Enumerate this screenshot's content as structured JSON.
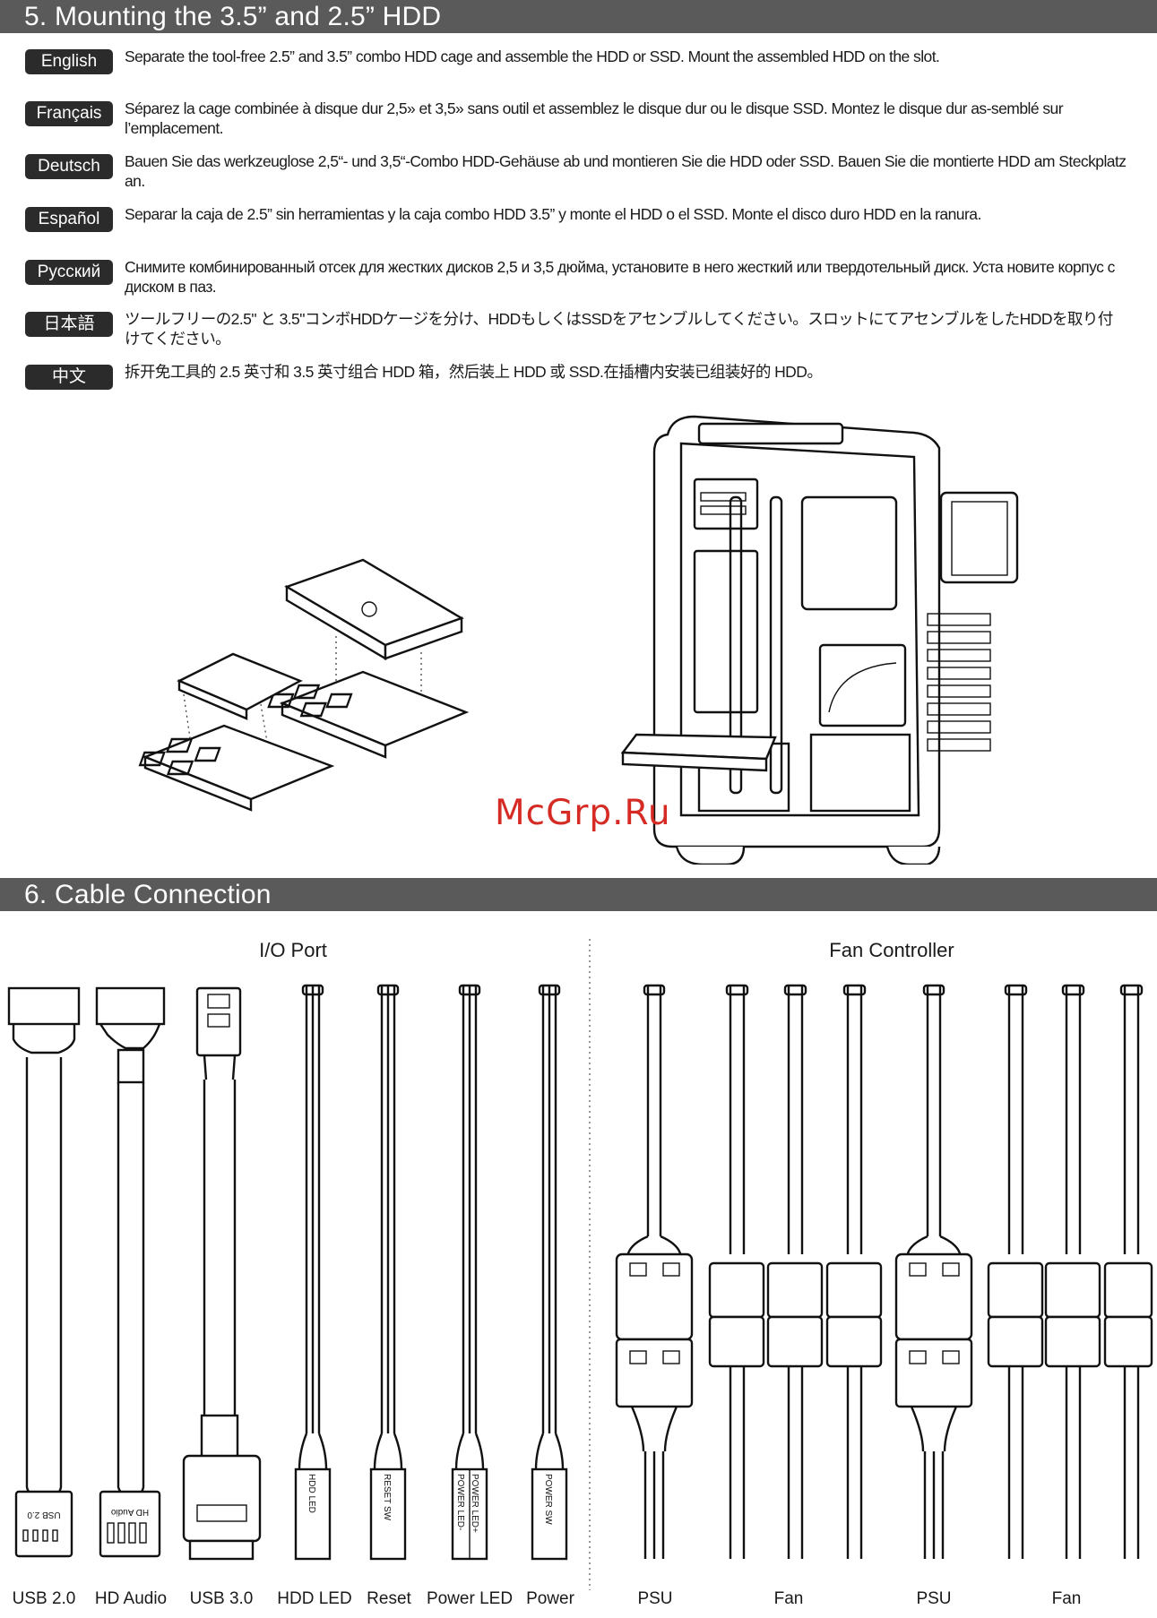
{
  "section5": {
    "title": "5. Mounting the 3.5” and 2.5” HDD",
    "languages": [
      {
        "label": "English",
        "text": "Separate the tool-free 2.5” and 3.5” combo HDD cage and assemble the HDD or SSD. Mount the assembled HDD on the slot."
      },
      {
        "label": "Français",
        "text": "Séparez la cage combinée à disque dur 2,5» et 3,5» sans outil et assemblez le disque dur ou le disque SSD. Montez le disque dur as-semblé sur l’emplacement."
      },
      {
        "label": "Deutsch",
        "text": "Bauen Sie das werkzeuglose 2,5“- und 3,5“-Combo HDD-Gehäuse ab und montieren Sie die HDD oder SSD. Bauen Sie die montierte HDD am Steckplatz an."
      },
      {
        "label": "Español",
        "text": "Separar la caja de 2.5” sin herramientas y la caja combo HDD 3.5” y monte el HDD o el SSD. Monte el disco duro HDD en la ranura."
      },
      {
        "label": "Русский",
        "text": "Снимите комбинированный отсек для жестких дисков 2,5 и 3,5 дюйма, установите в него жесткий или твердотельный диск. Уста новите корпус с диском в паз."
      },
      {
        "label": "日本語",
        "text": "ツールフリーの2.5\" と 3.5\"コンボHDDケージを分け、HDDもしくはSSDをアセンブルしてください。スロットにてアセンブルをしたHDDを取り付けてください。"
      },
      {
        "label": "中文",
        "text": "拆开免工具的 2.5 英寸和 3.5 英寸组合 HDD 箱，然后装上 HDD 或 SSD.在插槽内安装已组装好的 HDD。"
      }
    ]
  },
  "watermark": "McGrp.Ru",
  "section6": {
    "title": "6. Cable Connection",
    "io_title": "I/O Port",
    "fan_title": "Fan Controller",
    "io_cables": [
      {
        "label": "USB 2.0",
        "connector_text": "USB 2.0"
      },
      {
        "label": "HD Audio",
        "connector_text": "HD Audio"
      },
      {
        "label": "USB 3.0",
        "connector_text": ""
      },
      {
        "label": "HDD LED",
        "connector_text": "HDD LED"
      },
      {
        "label": "Reset",
        "connector_text": "RESET SW"
      },
      {
        "label": "Power LED",
        "connector_text": "POWER LED-",
        "connector_text2": "POWER LED+"
      },
      {
        "label": "Power",
        "connector_text": "POWER SW"
      }
    ],
    "fan_labels": [
      "PSU",
      "Fan",
      "PSU",
      "Fan"
    ]
  }
}
